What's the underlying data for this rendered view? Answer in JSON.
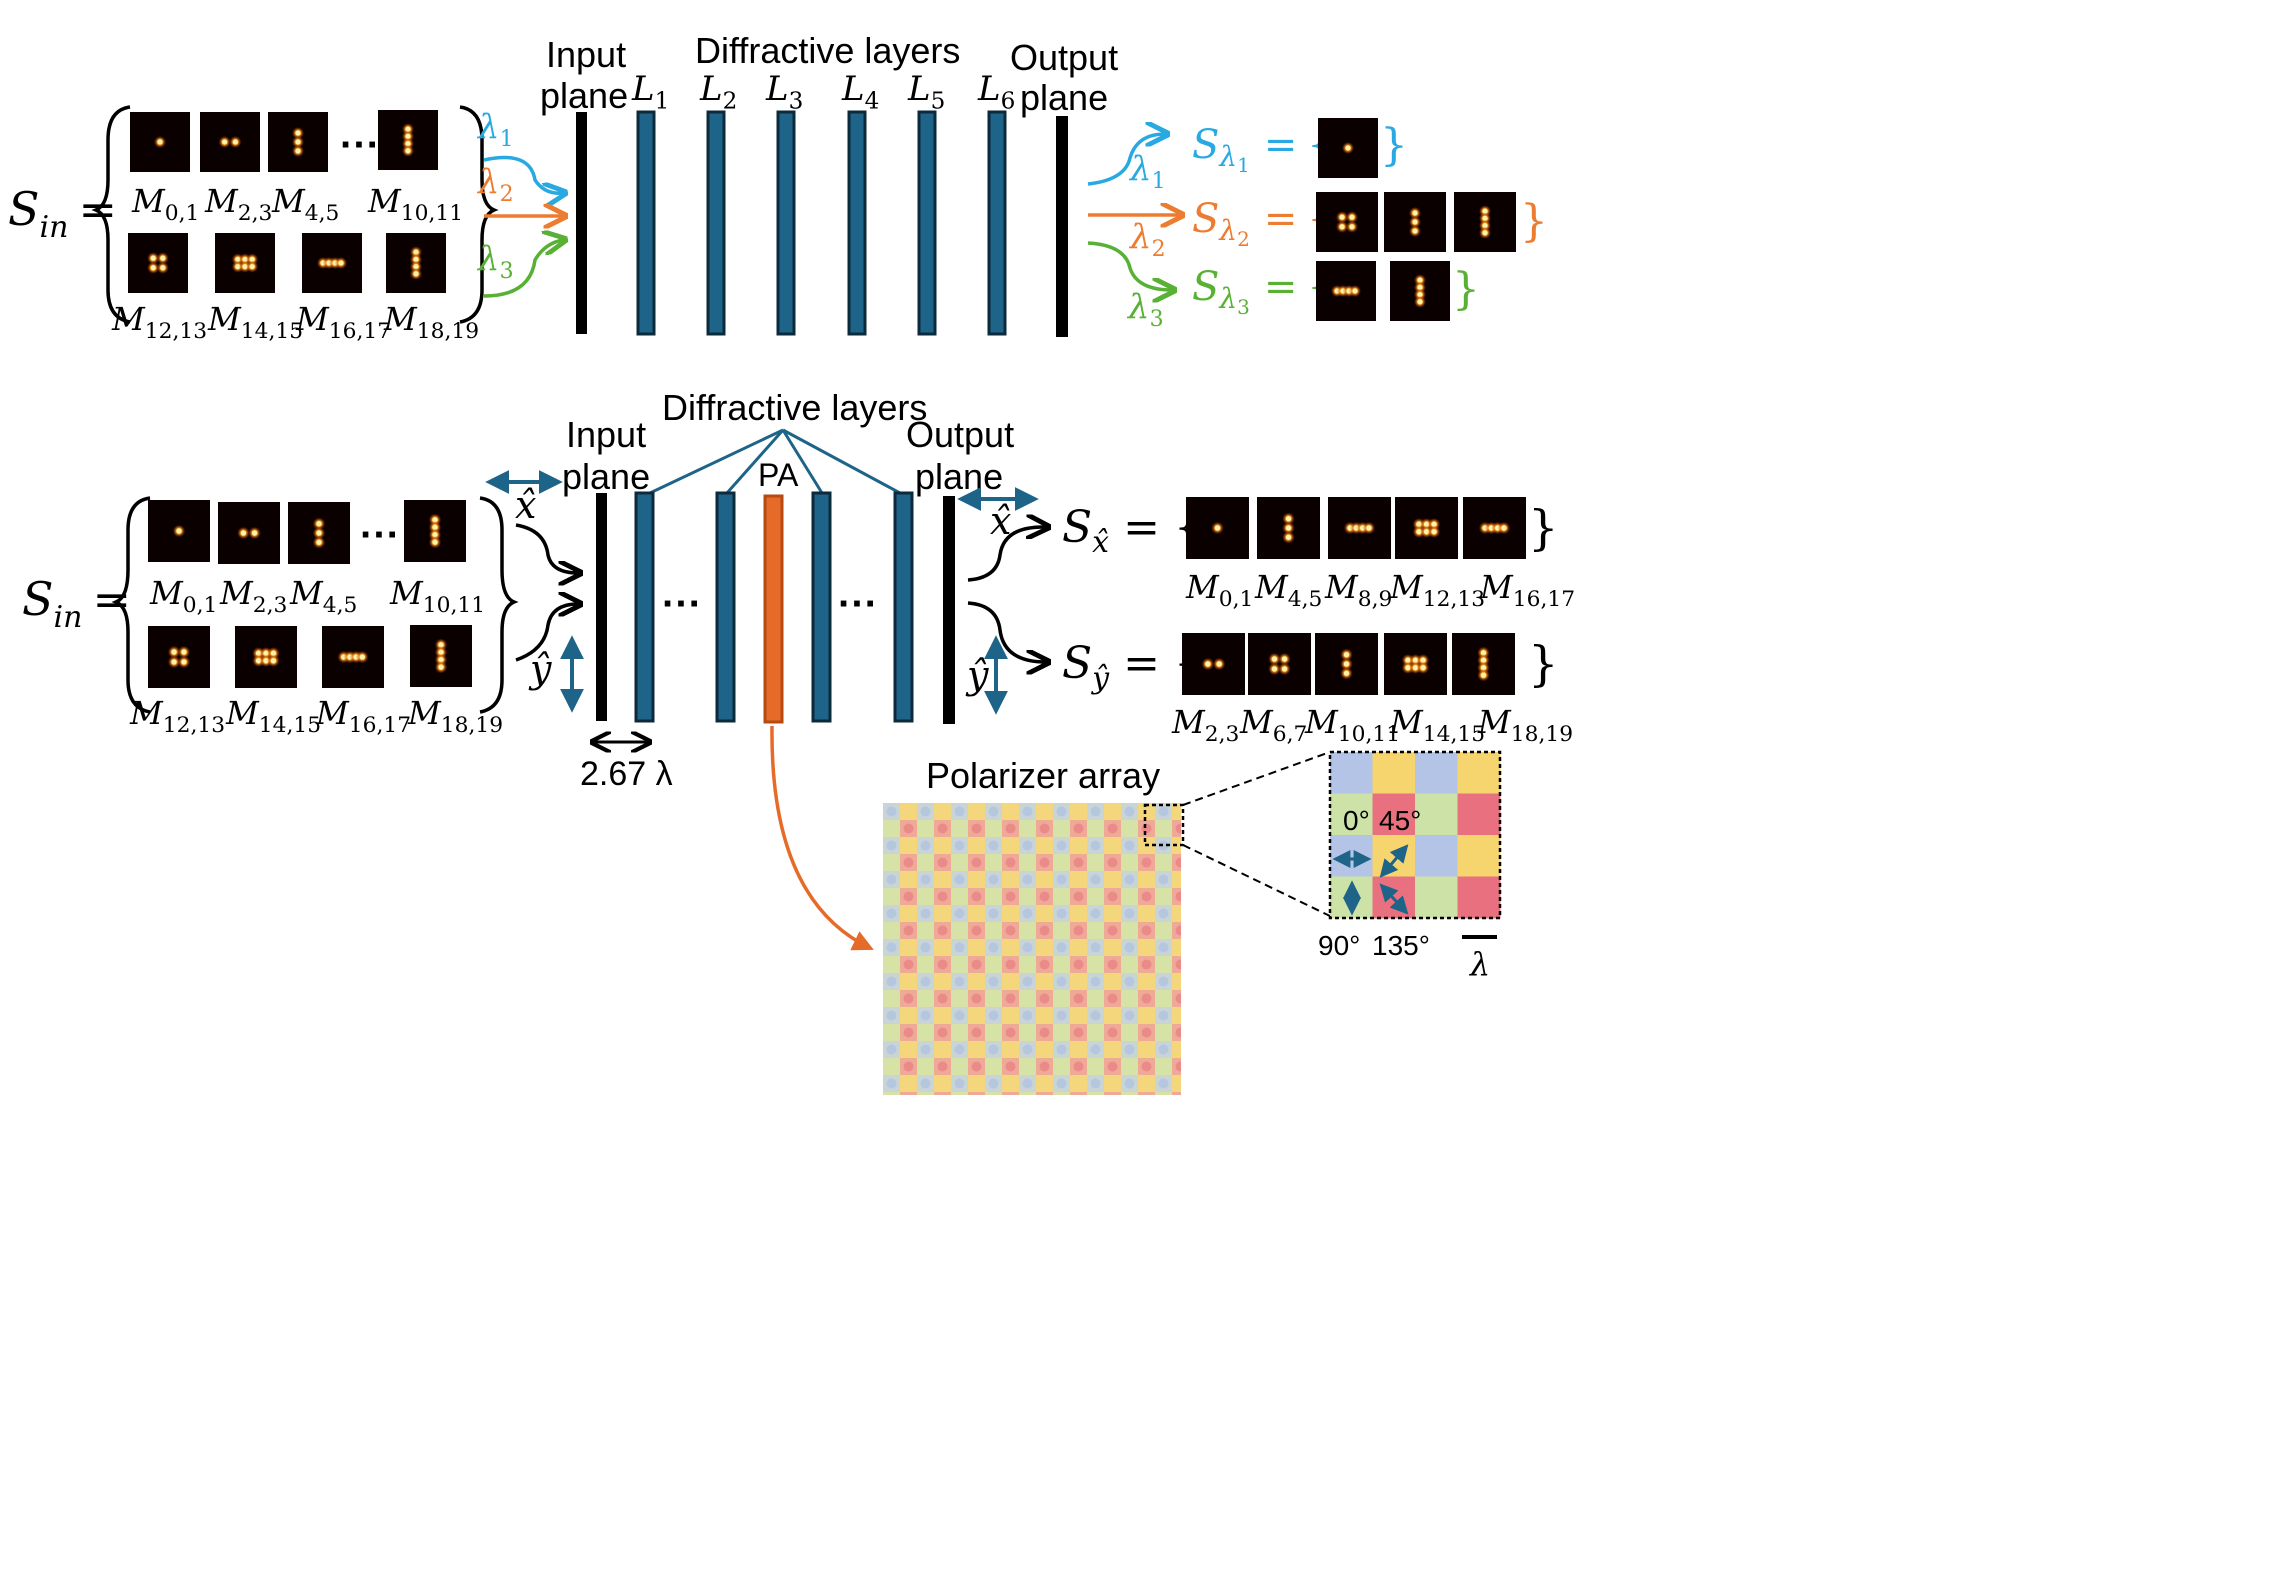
{
  "colors": {
    "lambda1": "#29a9e1",
    "lambda2": "#ec7c30",
    "lambda3": "#58b135",
    "layer": "#1e6488",
    "pa": "#e66a28",
    "arrow_blue": "#1e6488"
  },
  "top": {
    "s_in": {
      "base": "S",
      "sub": "in",
      "eq": "="
    },
    "ellipsis": "···",
    "input_plane": [
      "Input",
      "plane"
    ],
    "diffractive_layers": "Diffractive layers",
    "output_plane": [
      "Output",
      "plane"
    ],
    "layers": [
      {
        "base": "L",
        "sub": "1"
      },
      {
        "base": "L",
        "sub": "2"
      },
      {
        "base": "L",
        "sub": "3"
      },
      {
        "base": "L",
        "sub": "4"
      },
      {
        "base": "L",
        "sub": "5"
      },
      {
        "base": "L",
        "sub": "6"
      }
    ],
    "row1_labels": [
      {
        "base": "M",
        "sub": "0,1"
      },
      {
        "base": "M",
        "sub": "2,3"
      },
      {
        "base": "M",
        "sub": "4,5"
      },
      {
        "base": "M",
        "sub": "10,11"
      }
    ],
    "row2_labels": [
      {
        "base": "M",
        "sub": "12,13"
      },
      {
        "base": "M",
        "sub": "14,15"
      },
      {
        "base": "M",
        "sub": "16,17"
      },
      {
        "base": "M",
        "sub": "18,19"
      }
    ],
    "in_lambdas": [
      {
        "base": "λ",
        "sub": "1"
      },
      {
        "base": "λ",
        "sub": "2"
      },
      {
        "base": "λ",
        "sub": "3"
      }
    ],
    "outputs": [
      {
        "base": "S",
        "sub": "λ",
        "subsub": "1",
        "eq": "=",
        "open": "{",
        "close": "}"
      },
      {
        "base": "S",
        "sub": "λ",
        "subsub": "2",
        "eq": "=",
        "open": "{",
        "close": "}"
      },
      {
        "base": "S",
        "sub": "λ",
        "subsub": "3",
        "eq": "=",
        "open": "{",
        "close": "}"
      }
    ]
  },
  "bottom": {
    "s_in": {
      "base": "S",
      "sub": "in",
      "eq": "="
    },
    "ellipsis": "···",
    "input_plane": [
      "Input",
      "plane"
    ],
    "diffractive_layers": "Diffractive layers",
    "pa": "PA",
    "output_plane": [
      "Output",
      "plane"
    ],
    "xhat": "x̂",
    "yhat": "ŷ",
    "spacing": "2.67 λ",
    "row1_labels": [
      {
        "base": "M",
        "sub": "0,1"
      },
      {
        "base": "M",
        "sub": "2,3"
      },
      {
        "base": "M",
        "sub": "4,5"
      },
      {
        "base": "M",
        "sub": "10,11"
      }
    ],
    "row2_labels": [
      {
        "base": "M",
        "sub": "12,13"
      },
      {
        "base": "M",
        "sub": "14,15"
      },
      {
        "base": "M",
        "sub": "16,17"
      },
      {
        "base": "M",
        "sub": "18,19"
      }
    ],
    "out_x": {
      "base": "S",
      "sub": "x̂",
      "eq": "=",
      "open": "{",
      "close": "}"
    },
    "out_y": {
      "base": "S",
      "sub": "ŷ",
      "eq": "=",
      "open": "{",
      "close": "}"
    },
    "out_x_labels": [
      {
        "base": "M",
        "sub": "0,1"
      },
      {
        "base": "M",
        "sub": "4,5"
      },
      {
        "base": "M",
        "sub": "8,9"
      },
      {
        "base": "M",
        "sub": "12,13"
      },
      {
        "base": "M",
        "sub": "16,17"
      }
    ],
    "out_y_labels": [
      {
        "base": "M",
        "sub": "2,3"
      },
      {
        "base": "M",
        "sub": "6,7"
      },
      {
        "base": "M",
        "sub": "10,11"
      },
      {
        "base": "M",
        "sub": "14,15"
      },
      {
        "base": "M",
        "sub": "18,19"
      }
    ],
    "polarizer_title": "Polarizer array",
    "angles": [
      "0°",
      "45°",
      "90°",
      "135°"
    ],
    "scale_label": "λ",
    "polarizer_colors": {
      "blue": "#b4c4e6",
      "yellow": "#f6d56e",
      "green": "#cce2a6",
      "red": "#e9717f"
    }
  }
}
